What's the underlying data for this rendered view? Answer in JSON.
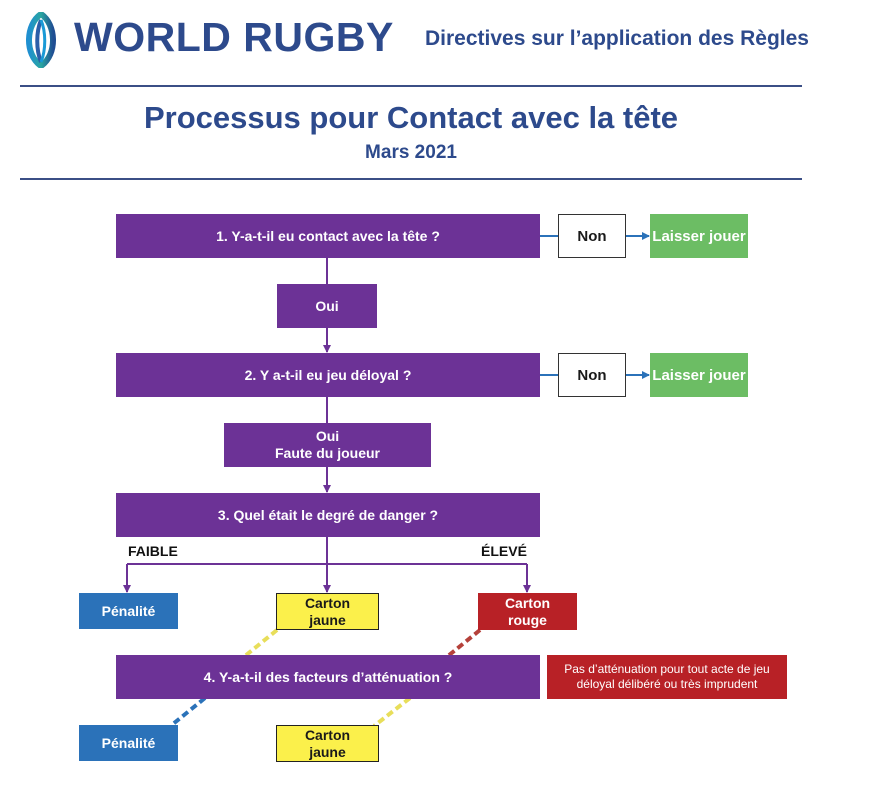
{
  "header": {
    "brand": "WORLD RUGBY",
    "subtitle": "Directives sur l’application des Règles"
  },
  "title": "Processus pour Contact avec la tête",
  "date": "Mars 2021",
  "flow": {
    "q1": "1. Y-a-t-il eu contact avec la tête ?",
    "q1_no": "Non",
    "q1_no_result": "Laisser jouer",
    "q1_yes": "Oui",
    "q2": "2. Y a-t-il eu jeu déloyal ?",
    "q2_no": "Non",
    "q2_no_result": "Laisser jouer",
    "q2_yes": "Oui\nFaute du joueur",
    "q3": "3. Quel était le degré de danger ?",
    "low_label": "FAIBLE",
    "high_label": "ÉLEVÉ",
    "out_low": "Pénalité",
    "out_mid": "Carton\njaune",
    "out_high": "Carton\nrouge",
    "q4": "4. Y-a-t-il des facteurs d’atténuation ?",
    "q4_note": "Pas d’atténuation pour tout acte de jeu déloyal délibéré ou très imprudent",
    "mit_low": "Pénalité",
    "mit_mid": "Carton\njaune"
  },
  "colors": {
    "purple": "#6c3296",
    "green": "#6cbd64",
    "blue": "#2b72b9",
    "yellow": "#fbf04b",
    "red": "#b82126",
    "brand": "#2d4a8c"
  }
}
